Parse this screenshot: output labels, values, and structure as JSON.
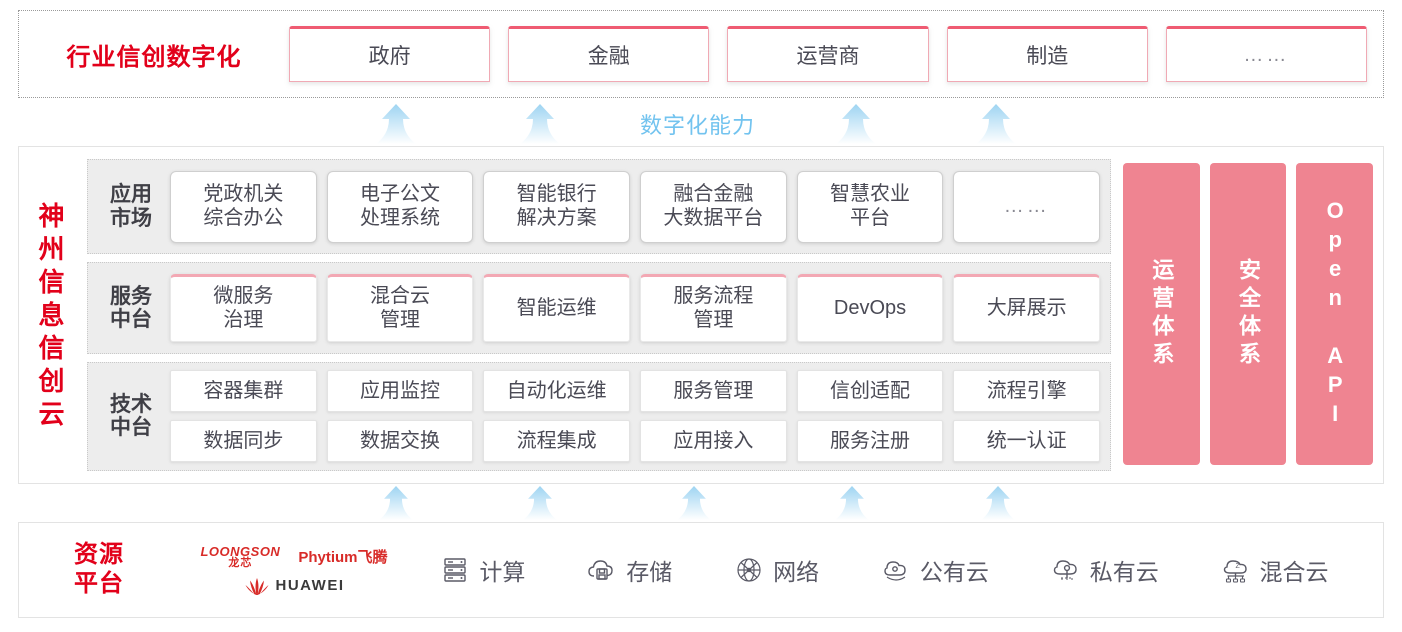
{
  "industry": {
    "title": "行业信创数字化",
    "tabs": [
      {
        "label": "政府"
      },
      {
        "label": "金融"
      },
      {
        "label": "运营商"
      },
      {
        "label": "制造"
      },
      {
        "label": "……"
      }
    ]
  },
  "capability": {
    "label": "数字化能力",
    "arrow_color": "#b9e0f6",
    "arrow_count_top": 4,
    "arrow_count_bottom": 5
  },
  "platform": {
    "title": "神州信息信创云",
    "title_color": "#e2001a",
    "rows": [
      {
        "key": "app-market",
        "label": "应用\n市场",
        "label_line1": "应用",
        "label_line2": "市场",
        "cards": [
          {
            "line1": "党政机关",
            "line2": "综合办公"
          },
          {
            "line1": "电子公文",
            "line2": "处理系统"
          },
          {
            "line1": "智能银行",
            "line2": "解决方案"
          },
          {
            "line1": "融合金融",
            "line2": "大数据平台"
          },
          {
            "line1": "智慧农业",
            "line2": "平台"
          },
          {
            "line1": "……",
            "line2": ""
          }
        ]
      },
      {
        "key": "service-midend",
        "label_line1": "服务",
        "label_line2": "中台",
        "cards": [
          {
            "line1": "微服务",
            "line2": "治理"
          },
          {
            "line1": "混合云",
            "line2": "管理"
          },
          {
            "line1": "智能运维",
            "line2": ""
          },
          {
            "line1": "服务流程",
            "line2": "管理"
          },
          {
            "line1": "DevOps",
            "line2": ""
          },
          {
            "line1": "大屏展示",
            "line2": ""
          }
        ]
      },
      {
        "key": "tech-midend",
        "label_line1": "技术",
        "label_line2": "中台",
        "row1": [
          "容器集群",
          "应用监控",
          "自动化运维",
          "服务管理",
          "信创适配",
          "流程引擎"
        ],
        "row2": [
          "数据同步",
          "数据交换",
          "流程集成",
          "应用接入",
          "服务注册",
          "统一认证"
        ]
      }
    ],
    "side_panels": [
      {
        "label": "运营体系",
        "type": "cn"
      },
      {
        "label": "安全体系",
        "type": "cn"
      },
      {
        "label": "Open API",
        "type": "en"
      }
    ],
    "side_panel_color": "#ef8491"
  },
  "resource": {
    "title_line1": "资源",
    "title_line2": "平台",
    "title_color": "#e2001a",
    "vendors": [
      {
        "name_en": "LOONGSON",
        "name_cn": "龙芯",
        "id": "loongson"
      },
      {
        "name": "Phytium飞腾",
        "id": "phytium"
      },
      {
        "name": "HUAWEI",
        "id": "huawei"
      }
    ],
    "items": [
      {
        "label": "计算",
        "icon": "server-icon"
      },
      {
        "label": "存储",
        "icon": "cloud-storage-icon"
      },
      {
        "label": "网络",
        "icon": "network-icon"
      },
      {
        "label": "公有云",
        "icon": "public-cloud-icon"
      },
      {
        "label": "私有云",
        "icon": "private-cloud-icon"
      },
      {
        "label": "混合云",
        "icon": "hybrid-cloud-icon"
      }
    ]
  }
}
